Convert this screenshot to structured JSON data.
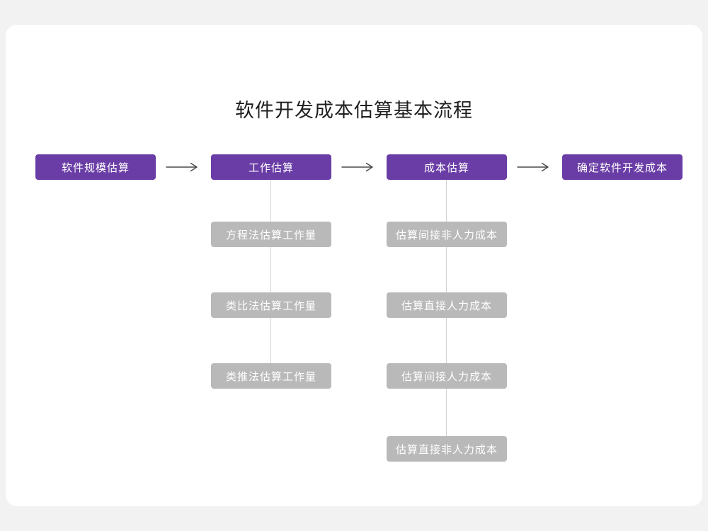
{
  "title": "软件开发成本估算基本流程",
  "colors": {
    "page_bg": "#f2f2f3",
    "card_bg": "#ffffff",
    "purple": "#6a3da6",
    "gray_box": "#b9b9b9",
    "line": "#d4d4d4",
    "arrow": "#4a4a4a",
    "title_color": "#1f1f1f"
  },
  "flow": {
    "stages": [
      {
        "label": "软件规模估算",
        "children": []
      },
      {
        "label": "工作估算",
        "children": [
          "方程法估算工作量",
          "类比法估算工作量",
          "类推法估算工作量"
        ]
      },
      {
        "label": "成本估算",
        "children": [
          "估算间接非人力成本",
          "估算直接人力成本",
          "估算间接人力成本",
          "估算直接非人力成本"
        ]
      },
      {
        "label": "确定软件开发成本",
        "children": []
      }
    ]
  }
}
